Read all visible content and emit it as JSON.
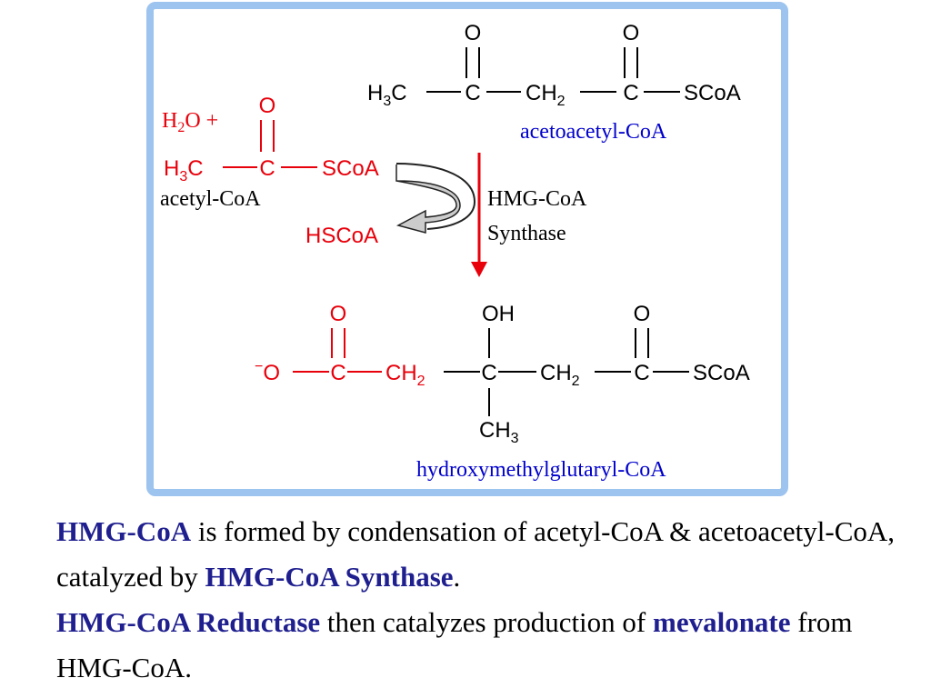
{
  "colors": {
    "frame": "#9dc3ef",
    "black": "#000000",
    "red": "#e8000b",
    "blue": "#0000cc",
    "navy": "#1f1f8f",
    "arrow_fill": "#cccccc"
  },
  "acetoacetyl": {
    "o_left": "O",
    "o_right": "O",
    "h3c_main": "H",
    "h3c_sub": "3",
    "h3c_tail": "C",
    "c_left": "C",
    "ch2_main": "CH",
    "ch2_sub": "2",
    "c_right": "C",
    "scoa": "SCoA",
    "label": "acetoacetyl-CoA"
  },
  "acetyl": {
    "water_main": "H",
    "water_sub": "2",
    "water_tail": "O +",
    "o": "O",
    "h3c_main": "H",
    "h3c_sub": "3",
    "h3c_tail": "C",
    "c": "C",
    "scoa": "SCoA",
    "label": "acetyl-CoA",
    "hscoa": "HSCoA"
  },
  "enzyme": {
    "line1": "HMG-CoA",
    "line2": "Synthase"
  },
  "hmg": {
    "o_minus_sup": "−",
    "o_minus": "O",
    "o1": "O",
    "c1": "C",
    "ch2a_main": "CH",
    "ch2a_sub": "2",
    "oh": "OH",
    "c3": "C",
    "ch3_main": "CH",
    "ch3_sub": "3",
    "ch2b_main": "CH",
    "ch2b_sub": "2",
    "o5": "O",
    "c5": "C",
    "scoa": "SCoA",
    "label": "hydroxymethylglutaryl-CoA"
  },
  "caption": {
    "p1_b1": "HMG-CoA",
    "p1_t1": " is formed by condensation of acetyl-CoA & acetoacetyl-CoA, catalyzed by ",
    "p1_b2": "HMG-CoA Synthase",
    "p1_t2": ".",
    "p2_b1": "HMG-CoA Reductase",
    "p2_t1": " then catalyzes production of ",
    "p2_b2": "mevalonate",
    "p2_t2": " from HMG-CoA."
  }
}
